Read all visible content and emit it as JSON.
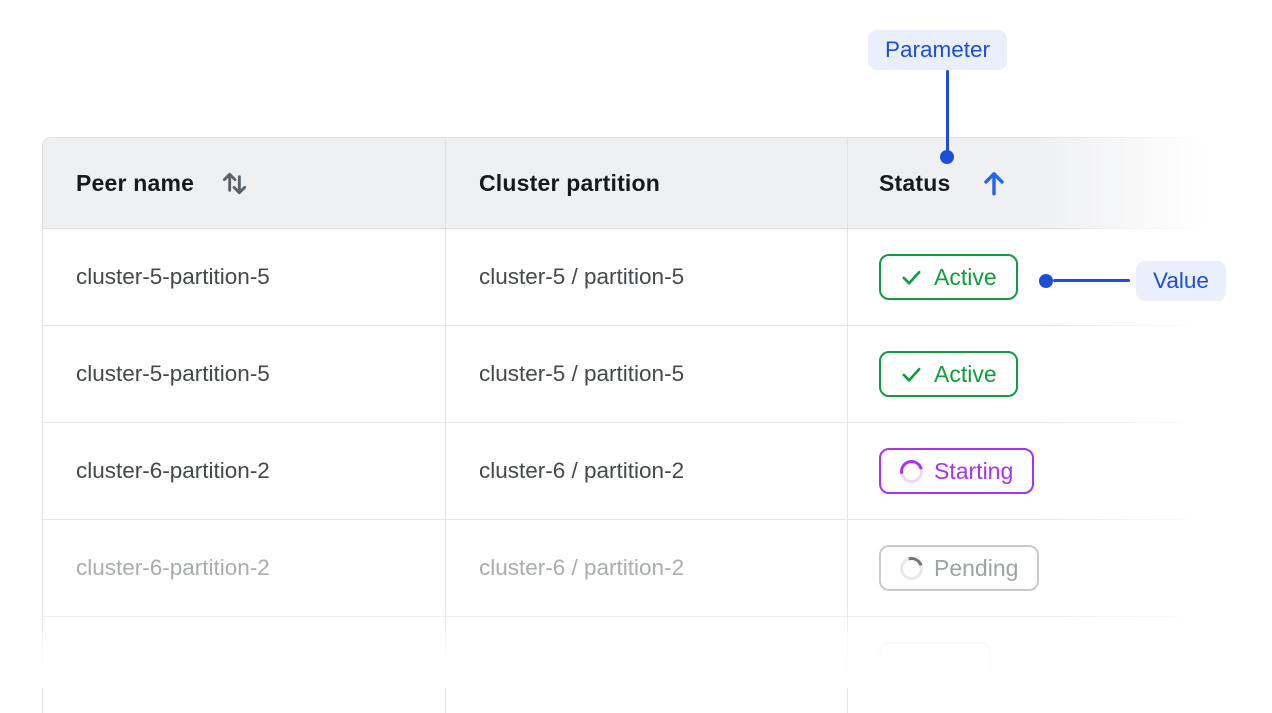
{
  "annotations": {
    "parameter_label": "Parameter",
    "value_label": "Value"
  },
  "table": {
    "columns": [
      {
        "label": "Peer name",
        "sort": "sortable",
        "sort_icon": "sort-up-down-icon"
      },
      {
        "label": "Cluster partition",
        "sort": "none",
        "sort_icon": null
      },
      {
        "label": "Status",
        "sort": "ascending",
        "sort_icon": "arrow-up-icon"
      }
    ],
    "rows": [
      {
        "peer_name": "cluster-5-partition-5",
        "cluster_partition": "cluster-5 / partition-5",
        "status": "Active",
        "status_kind": "active",
        "faded": false
      },
      {
        "peer_name": "cluster-5-partition-5",
        "cluster_partition": "cluster-5 / partition-5",
        "status": "Active",
        "status_kind": "active",
        "faded": false
      },
      {
        "peer_name": "cluster-6-partition-2",
        "cluster_partition": "cluster-6 / partition-2",
        "status": "Starting",
        "status_kind": "starting",
        "faded": false
      },
      {
        "peer_name": "cluster-6-partition-2",
        "cluster_partition": "cluster-6 / partition-2",
        "status": "Pending",
        "status_kind": "pending",
        "faded": true
      },
      {
        "peer_name": "",
        "cluster_partition": "",
        "status": "",
        "status_kind": "ghost",
        "faded": true
      }
    ]
  },
  "icons": {
    "active_badge": "check-icon",
    "starting_badge": "spinner-icon",
    "pending_badge": "spinner-icon"
  },
  "colors": {
    "accent": "#1D4ED8",
    "pill-bg": "#E9EFFB",
    "sort-arrow-blue": "#2563EB",
    "active-green": "#0F9D3D",
    "starting-purple": "#A832F2",
    "pending-text": "#9DA1A8",
    "pending-border": "#C8CACE",
    "header-bg": "#EFF0F2",
    "header-text": "#17191D",
    "cell-text": "#44484E",
    "faded-text": "#A9ACB2"
  }
}
